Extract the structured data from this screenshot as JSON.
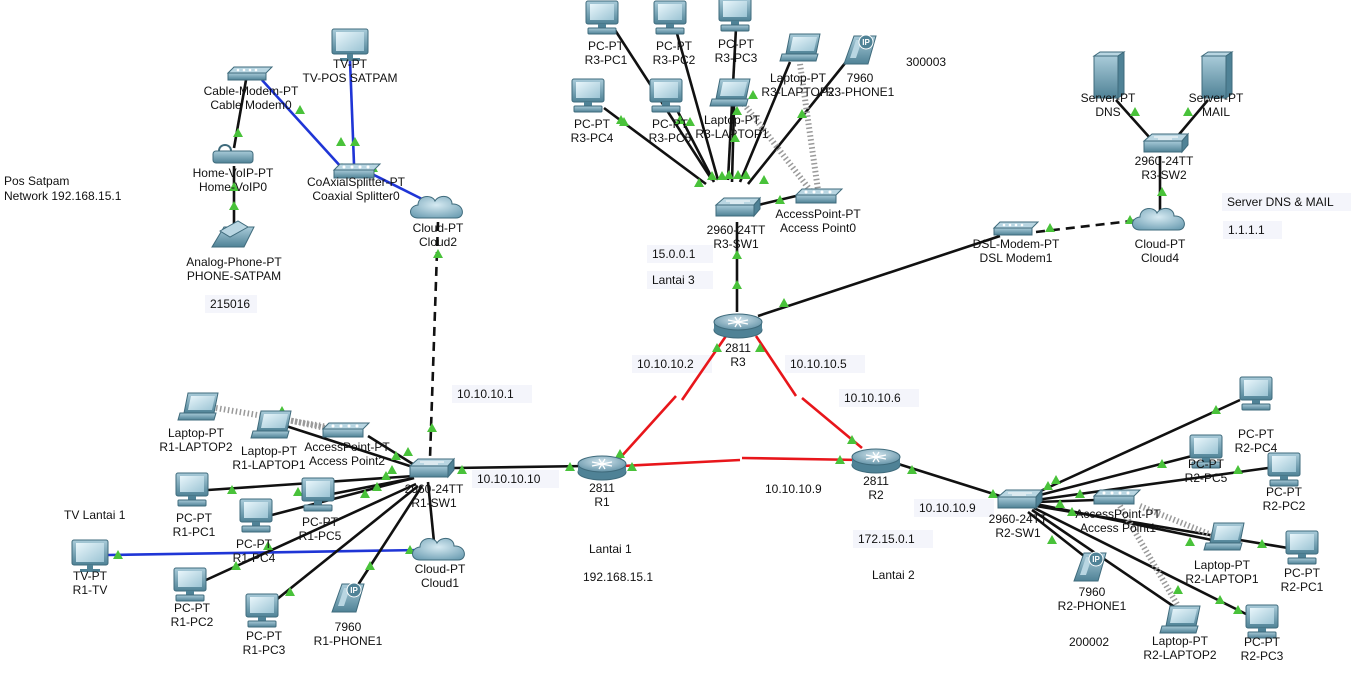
{
  "devices": [
    {
      "id": "r3pc1",
      "type": "pc",
      "name1": "PC-PT",
      "name2": "R3-PC1"
    },
    {
      "id": "r3pc2",
      "type": "pc",
      "name1": "PC-PT",
      "name2": "R3-PC2"
    },
    {
      "id": "r3pc3",
      "type": "pc",
      "name1": "PC-PT",
      "name2": "R3-PC3"
    },
    {
      "id": "r3lap2",
      "type": "laptop",
      "name1": "Laptop-PT",
      "name2": "R3-LAPTOP2"
    },
    {
      "id": "r3phone1",
      "type": "ipphone",
      "name1": "7960",
      "name2": "R3-PHONE1"
    },
    {
      "id": "r3pc4",
      "type": "pc",
      "name1": "PC-PT",
      "name2": "R3-PC4"
    },
    {
      "id": "r3pc5",
      "type": "pc",
      "name1": "PC-PT",
      "name2": "R3-PC5"
    },
    {
      "id": "r3lap1",
      "type": "laptop",
      "name1": "Laptop-PT",
      "name2": "R3-LAPTOP1"
    },
    {
      "id": "r3sw1",
      "type": "switch",
      "name1": "2960-24TT",
      "name2": "R3-SW1"
    },
    {
      "id": "ap0",
      "type": "ap",
      "name1": "AccessPoint-PT",
      "name2": "Access Point0"
    },
    {
      "id": "r3",
      "type": "router",
      "name1": "2811",
      "name2": "R3"
    },
    {
      "id": "dsl1",
      "type": "modem",
      "name1": "DSL-Modem-PT",
      "name2": "DSL Modem1"
    },
    {
      "id": "cloud4",
      "type": "cloud",
      "name1": "Cloud-PT",
      "name2": "Cloud4"
    },
    {
      "id": "r3sw2",
      "type": "switch",
      "name1": "2960-24TT",
      "name2": "R3-SW2"
    },
    {
      "id": "dns",
      "type": "server",
      "name1": "Server-PT",
      "name2": "DNS"
    },
    {
      "id": "mail",
      "type": "server",
      "name1": "Server-PT",
      "name2": "MAIL"
    },
    {
      "id": "tvpos",
      "type": "tv",
      "name1": "TV-PT",
      "name2": "TV-POS SATPAM"
    },
    {
      "id": "cm0",
      "type": "modem",
      "name1": "Cable-Modem-PT",
      "name2": "Cable Modem0"
    },
    {
      "id": "voip0",
      "type": "voip",
      "name1": "Home-VoIP-PT",
      "name2": "Home-VoIP0"
    },
    {
      "id": "phsat",
      "type": "analog",
      "name1": "Analog-Phone-PT",
      "name2": "PHONE-SATPAM"
    },
    {
      "id": "cs0",
      "type": "splitter",
      "name1": "CoAxialSplitter-PT",
      "name2": "Coaxial Splitter0"
    },
    {
      "id": "cloud2",
      "type": "cloud",
      "name1": "Cloud-PT",
      "name2": "Cloud2"
    },
    {
      "id": "r1lap2",
      "type": "laptop",
      "name1": "Laptop-PT",
      "name2": "R1-LAPTOP2"
    },
    {
      "id": "r1lap1",
      "type": "laptop",
      "name1": "Laptop-PT",
      "name2": "R1-LAPTOP1"
    },
    {
      "id": "ap2",
      "type": "ap",
      "name1": "AccessPoint-PT",
      "name2": "Access Point2"
    },
    {
      "id": "r1sw1",
      "type": "switch",
      "name1": "2960-24TT",
      "name2": "R1-SW1"
    },
    {
      "id": "r1pc1",
      "type": "pc",
      "name1": "PC-PT",
      "name2": "R1-PC1"
    },
    {
      "id": "r1pc4",
      "type": "pc",
      "name1": "PC-PT",
      "name2": "R1-PC4"
    },
    {
      "id": "r1pc5",
      "type": "pc",
      "name1": "PC-PT",
      "name2": "R1-PC5"
    },
    {
      "id": "cloud1",
      "type": "cloud",
      "name1": "Cloud-PT",
      "name2": "Cloud1"
    },
    {
      "id": "r1tv",
      "type": "tv",
      "name1": "TV-PT",
      "name2": "R1-TV"
    },
    {
      "id": "r1pc2",
      "type": "pc",
      "name1": "PC-PT",
      "name2": "R1-PC2"
    },
    {
      "id": "r1pc3",
      "type": "pc",
      "name1": "PC-PT",
      "name2": "R1-PC3"
    },
    {
      "id": "r1phone1",
      "type": "ipphone",
      "name1": "7960",
      "name2": "R1-PHONE1"
    },
    {
      "id": "r1",
      "type": "router",
      "name1": "2811",
      "name2": "R1"
    },
    {
      "id": "r2",
      "type": "router",
      "name1": "2811",
      "name2": "R2"
    },
    {
      "id": "r2sw1",
      "type": "switch",
      "name1": "2960-24TT",
      "name2": "R2-SW1"
    },
    {
      "id": "ap1",
      "type": "ap",
      "name1": "AccessPoint-PT",
      "name2": "Access Point1"
    },
    {
      "id": "r2phone1",
      "type": "ipphone",
      "name1": "7960",
      "name2": "R2-PHONE1"
    },
    {
      "id": "r2lap1",
      "type": "laptop",
      "name1": "Laptop-PT",
      "name2": "R2-LAPTOP1"
    },
    {
      "id": "r2lap2",
      "type": "laptop",
      "name1": "Laptop-PT",
      "name2": "R2-LAPTOP2"
    },
    {
      "id": "r2pc4",
      "type": "pc",
      "name1": "PC-PT",
      "name2": "R2-PC4"
    },
    {
      "id": "r2pc5",
      "type": "pc",
      "name1": "PC-PT",
      "name2": "R2-PC5"
    },
    {
      "id": "r2pc2",
      "type": "pc",
      "name1": "PC-PT",
      "name2": "R2-PC2"
    },
    {
      "id": "r2pc1",
      "type": "pc",
      "name1": "PC-PT",
      "name2": "R2-PC1"
    },
    {
      "id": "r2pc3",
      "type": "pc",
      "name1": "PC-PT",
      "name2": "R2-PC3"
    }
  ],
  "notes": {
    "pos_satpam": "Pos Satpam",
    "network_pos": "Network 192.168.15.1",
    "num_215016": "215016",
    "num_300003": "300003",
    "server_dns_mail": "Server DNS & MAIL",
    "ip_1111": "1.1.1.1",
    "ip_15001": "15.0.0.1",
    "lantai3": "Lantai 3",
    "ip_10102": "10.10.10.2",
    "ip_10105": "10.10.10.5",
    "ip_10101": "10.10.10.1",
    "ip_10106": "10.10.10.6",
    "ip_101010": "10.10.10.10",
    "ip_10109a": "10.10.10.9",
    "ip_10109b": "10.10.10.9",
    "lantai1": "Lantai 1",
    "net_192": "192.168.15.1",
    "ip_172": "172.15.0.1",
    "lantai2": "Lantai 2",
    "num_200002": "200002",
    "tv_lantai1": "TV Lantai 1"
  },
  "colors": {
    "copper": "#111111",
    "coax": "#1f35d6",
    "serial": "#e8161b",
    "wireless": "#9a9a9a",
    "link_light": "#49c23a",
    "device_body": "#6e9fb5"
  }
}
